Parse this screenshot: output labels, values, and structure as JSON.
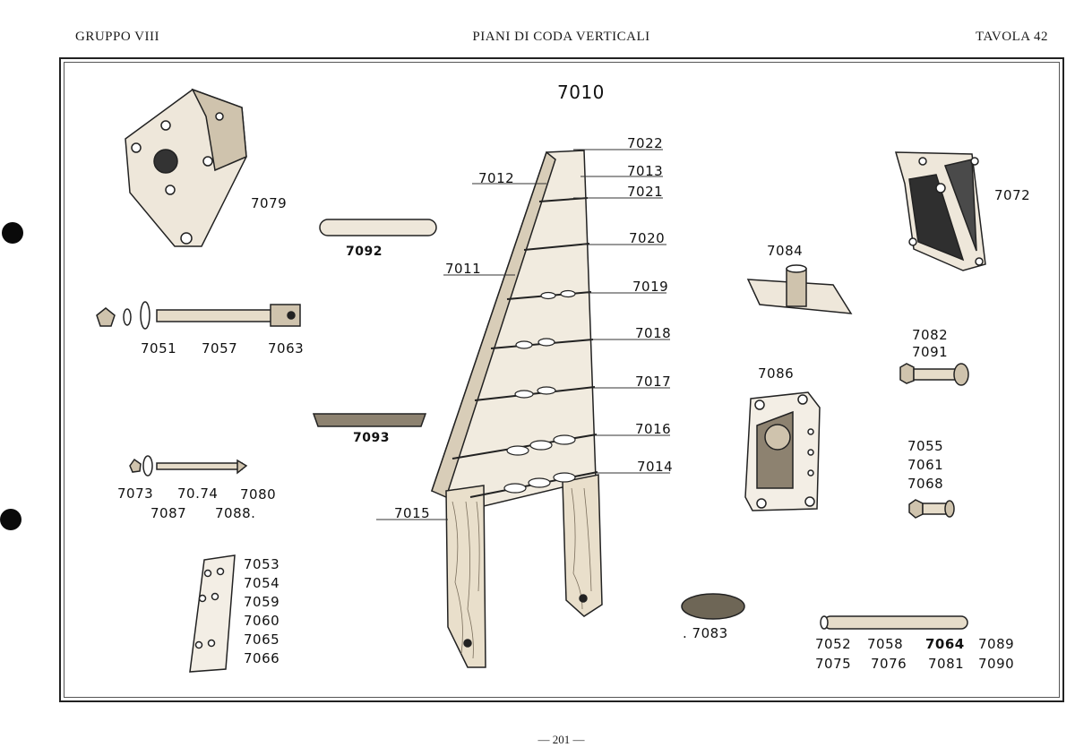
{
  "header": {
    "left": "GRUPPO VIII",
    "center": "PIANI DI CODA VERTICALI",
    "right": "TAVOLA 42"
  },
  "assembly_number": "7010",
  "callouts": {
    "c7022": "7022",
    "c7012": "7012",
    "c7013": "7013",
    "c7021": "7021",
    "c7020": "7020",
    "c7011": "7011",
    "c7019": "7019",
    "c7018": "7018",
    "c7017": "7017",
    "c7016": "7016",
    "c7014": "7014",
    "c7015": "7015"
  },
  "parts": {
    "p7079": "7079",
    "p7092": "7092",
    "p7093": "7093",
    "p7072": "7072",
    "p7084": "7084",
    "p7086": "7086",
    "p7083": ". 7083",
    "bolt_row": [
      "7051",
      "7057",
      "7063"
    ],
    "washer_row1": [
      "7073",
      "70.74",
      "7080"
    ],
    "washer_row2": [
      "7087",
      "7088."
    ],
    "plate_list": [
      "7053",
      "7054",
      "7059",
      "7060",
      "7065",
      "7066"
    ],
    "pin_list": [
      "7082",
      "7091"
    ],
    "screw_list": [
      "7055",
      "7061",
      "7068"
    ],
    "tube_row1": [
      "7052",
      "7058",
      "7064",
      "7089"
    ],
    "tube_row2": [
      "7075",
      "7076",
      "7081",
      "7090"
    ]
  },
  "footer": {
    "page_number": "— 201 —"
  }
}
